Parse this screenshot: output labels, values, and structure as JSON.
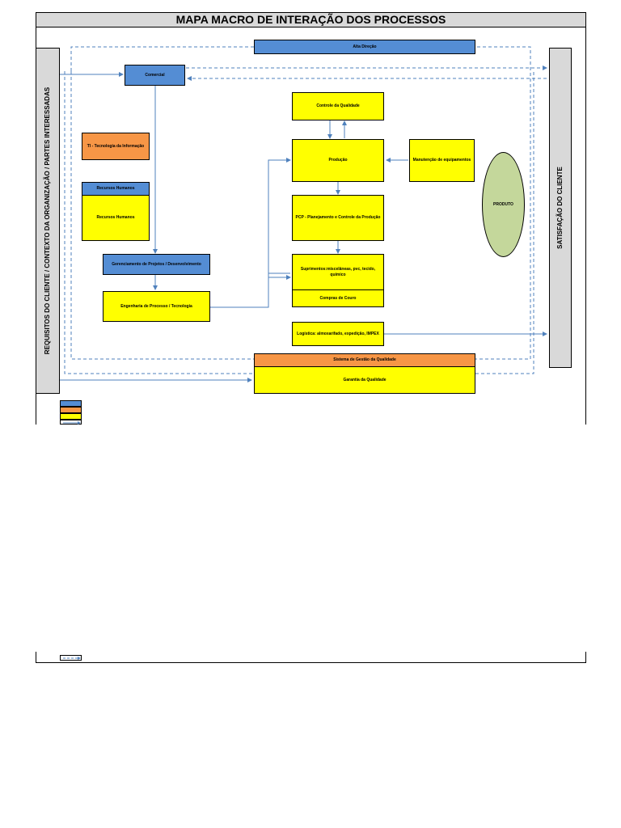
{
  "title": "MAPA MACRO DE INTERAÇÃO DOS PROCESSOS",
  "side": {
    "left": "REQUISITOS DO CLIENTE / CONTEXTO DA ORGANIZAÇÃO / PARTES INTERESSADAS",
    "right": "SATISFAÇÃO DO CLIENTE"
  },
  "boxes": {
    "alta_direcao": "Alta Direção",
    "comercial": "Comercial",
    "ti": "TI - Tecnologia da Informação",
    "rh_header": "Recursos Humanos",
    "rh_body": "Recursos Humanos",
    "gerenciamento": "Gerenciamento de Projetos / Desenvolvimento",
    "engenharia": "Engenharia de Processo / Tecnologia",
    "controle_qualidade": "Controle da Qualidade",
    "producao": "Produção",
    "manutencao": "Manutenção de equipamentos",
    "pcp": "PCP - Planejamento e Controle da Produção",
    "suprimentos": "Suprimentos:miscelâneas, pvc, tecido, químico",
    "compras_couro": "Compras de Couro",
    "logistica": "Logística: almoxarifado,  expedição, IMPEX",
    "produto": "PRODUTO",
    "sgq": "Sistema de Gestão da Qualidade",
    "garantia": "Garantia da Qualidade"
  },
  "colors": {
    "blue": "#548dd4",
    "yellow": "#ffff00",
    "orange": "#f79646",
    "green": "#c4d79b",
    "grey": "#d9d9d9",
    "connector": "#4f81bd"
  }
}
